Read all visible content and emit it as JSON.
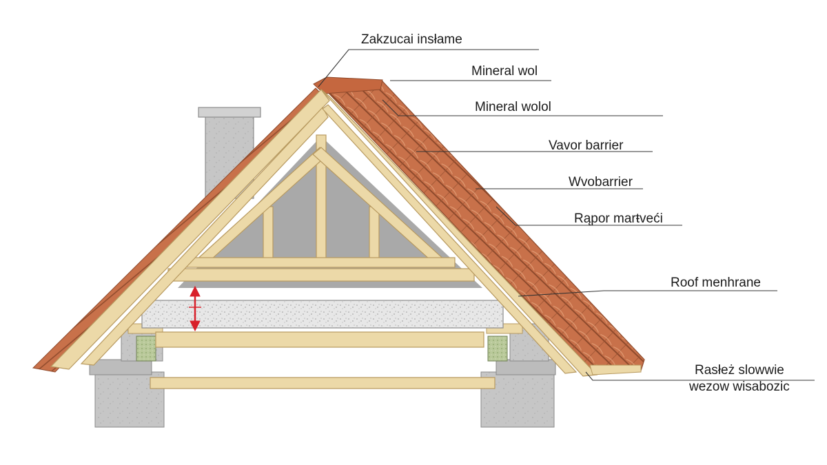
{
  "diagram": {
    "labels": [
      "Zakzucai insłame",
      "Mineral wol",
      "Mineral wolol",
      "Vavor barrier",
      "Wvobarrier",
      "Rąpor marŧveći",
      "Roof menhrane"
    ],
    "bottom_label": {
      "line1": "Rasłeż slowwie",
      "line2": "wezow wisabozic"
    },
    "colors": {
      "tile": "#c8714a",
      "tile_edge": "#8e4a2c",
      "timber": "#ecd9a8",
      "timber_edge": "#b7995f",
      "concrete": "#c9c9c9",
      "insulation": "#e6e6e6",
      "attic_shadow": "#a9a9a9",
      "arrow": "#d8202a"
    }
  }
}
